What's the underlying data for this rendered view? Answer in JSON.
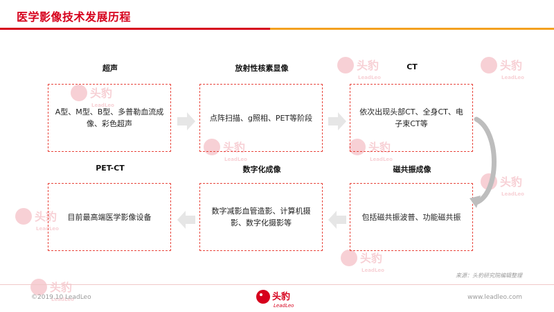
{
  "header": {
    "title": "医学影像技术发展历程",
    "accent_red": "#d6001c",
    "accent_orange": "#f3a01f"
  },
  "stages": [
    {
      "title": "超声",
      "description": "A型、M型、B型、多普勒血流成像、彩色超声"
    },
    {
      "title": "放射性核素显像",
      "description": "点阵扫描、g照相、PET等阶段"
    },
    {
      "title": "CT",
      "description": "依次出现头部CT、全身CT、电子束CT等"
    },
    {
      "title": "磁共振成像",
      "description": "包括磁共振波普、功能磁共振"
    },
    {
      "title": "数字化成像",
      "description": "数字减影血管造影、计算机摄影、数字化摄影等"
    },
    {
      "title": "PET-CT",
      "description": "目前最高端医学影像设备"
    }
  ],
  "box_border_color": "#e8453c",
  "arrow_color": "#e6e6e6",
  "watermark": {
    "text_cn": "头豹",
    "text_en": "LeadLeo"
  },
  "footer": {
    "source": "来源：头豹研究院编辑整理",
    "copyright": "©2019.10 LeadLeo",
    "website": "www.leadleo.com",
    "logo_cn": "头豹",
    "logo_en": "LeadLeo"
  }
}
